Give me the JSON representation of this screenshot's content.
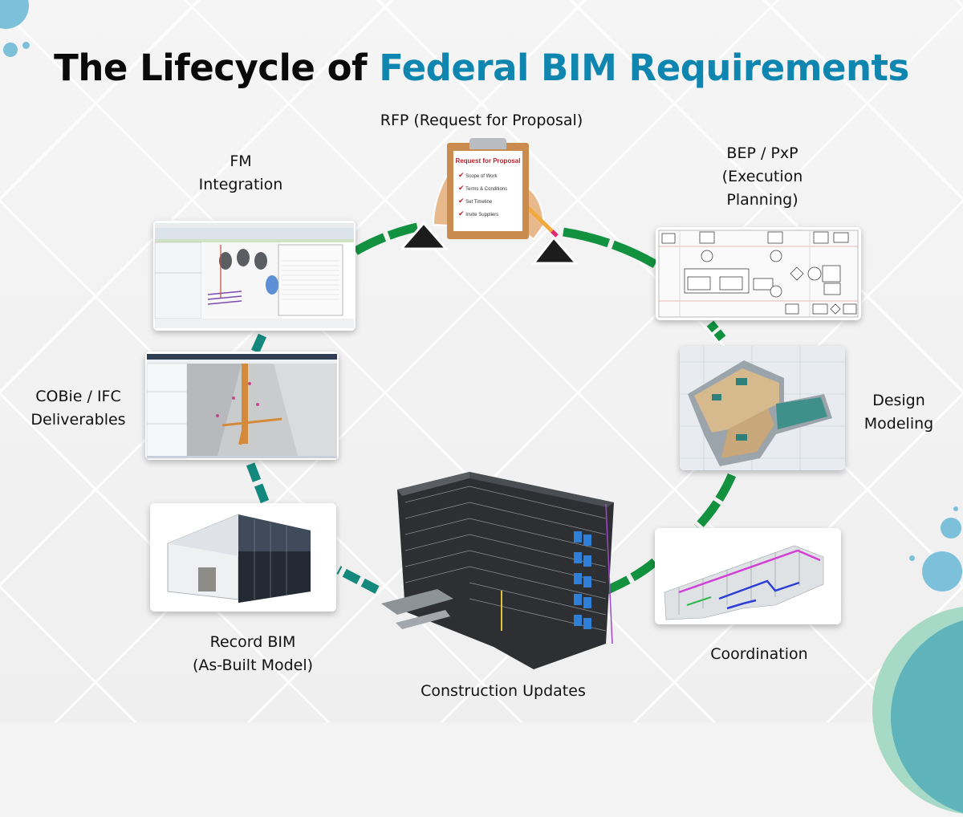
{
  "title": {
    "prefix": "The Lifecycle of ",
    "accent": "Federal BIM Requirements"
  },
  "colors": {
    "accent": "#0f86b0",
    "arrow_green": "#12913f",
    "arrow_teal": "#13897e",
    "bubble_blue": "#7dc0da",
    "bubble_teal": "#5fb4bb",
    "bubble_mint": "#a6d9c6"
  },
  "stages": [
    {
      "id": "rfp",
      "label": "RFP (Request for Proposal)",
      "image": "clipboard-illustration"
    },
    {
      "id": "bep",
      "label_lines": [
        "BEP / PxP",
        "(Execution",
        "Planning)"
      ],
      "image": "process-flowchart"
    },
    {
      "id": "design",
      "label_lines": [
        "Design",
        "Modeling"
      ],
      "image": "3d-floor-plan"
    },
    {
      "id": "coordination",
      "label": "Coordination",
      "image": "mep-coordination-model"
    },
    {
      "id": "construction",
      "label": "Construction Updates",
      "image": "building-bim-model"
    },
    {
      "id": "record",
      "label_lines": [
        "Record BIM",
        "(As-Built Model)"
      ],
      "image": "as-built-scan"
    },
    {
      "id": "cobie",
      "label_lines": [
        "COBie / IFC",
        "Deliverables"
      ],
      "image": "ifc-viewer-screenshot"
    },
    {
      "id": "fm",
      "label_lines": [
        "FM",
        "Integration"
      ],
      "image": "revit-mep-screenshot"
    }
  ],
  "rfp_clipboard": {
    "heading": "Request for Proposal",
    "items": [
      "Scope of Work",
      "Terms & Conditions",
      "Set Timeline",
      "Invite Suppliers"
    ]
  }
}
